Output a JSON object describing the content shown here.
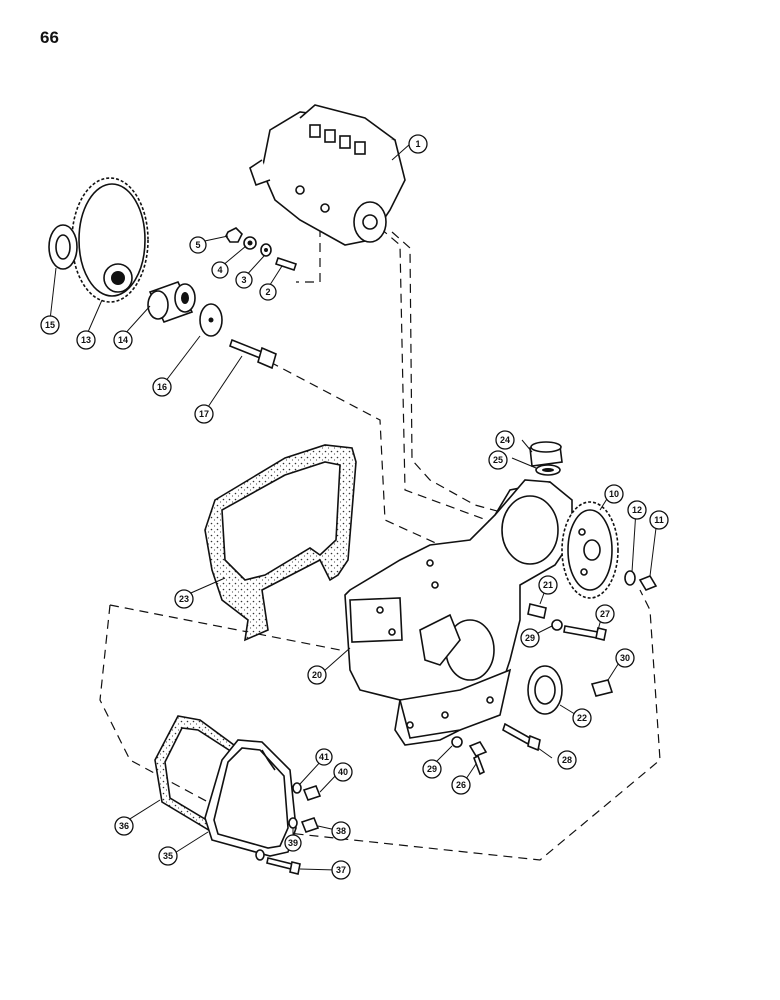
{
  "page": {
    "number": "66"
  },
  "callouts": {
    "c1": "1",
    "c2": "2",
    "c3": "3",
    "c4": "4",
    "c5": "5",
    "c10": "10",
    "c11": "11",
    "c12": "12",
    "c13": "13",
    "c14": "14",
    "c15": "15",
    "c16": "16",
    "c17": "17",
    "c20": "20",
    "c21": "21",
    "c22": "22",
    "c23": "23",
    "c24": "24",
    "c25": "25",
    "c26": "26",
    "c27": "27",
    "c28": "28",
    "c29a": "29",
    "c29b": "29",
    "c30": "30",
    "c35": "35",
    "c36": "36",
    "c37": "37",
    "c38": "38",
    "c39": "39",
    "c40": "40",
    "c41": "41"
  }
}
